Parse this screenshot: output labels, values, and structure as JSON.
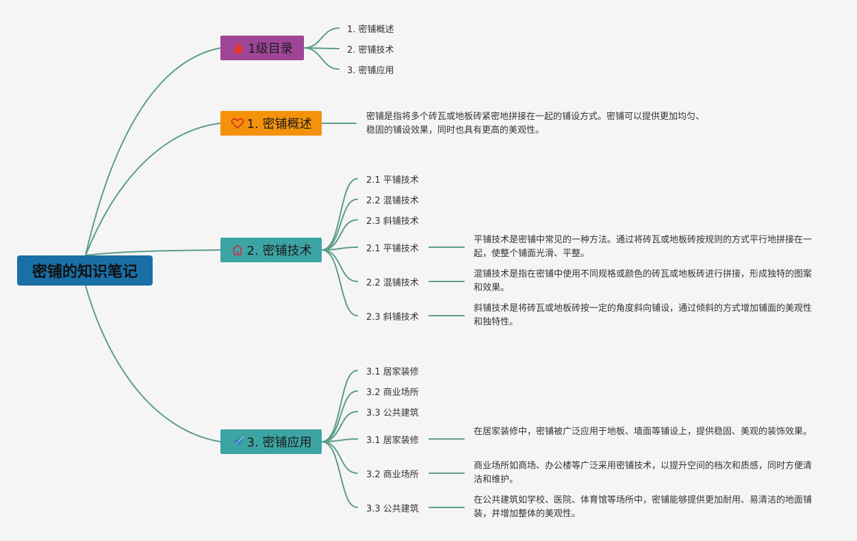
{
  "root": {
    "title": "密铺的知识笔记"
  },
  "toc": {
    "label": "1级目录",
    "icon": "fire-icon",
    "color": "#9e4597",
    "items": [
      "1. 密铺概述",
      "2. 密铺技术",
      "3. 密铺应用"
    ]
  },
  "overview": {
    "label": "1. 密铺概述",
    "icon": "heart-icon",
    "color": "#f5920c",
    "desc": "密铺是指将多个砖瓦或地板砖紧密地拼接在一起的铺设方式。密铺可以提供更加均匀、稳固的铺设效果，同时也具有更高的美观性。"
  },
  "tech": {
    "label": "2. 密铺技术",
    "icon": "house-icon",
    "color": "#3da4a4",
    "items": [
      "2.1 平铺技术",
      "2.2 混铺技术",
      "2.3 斜铺技术"
    ],
    "details": [
      {
        "label": "2.1 平铺技术",
        "desc": "平铺技术是密铺中常见的一种方法。通过将砖瓦或地板砖按规则的方式平行地拼接在一起，使整个铺面光滑、平整。"
      },
      {
        "label": "2.2 混铺技术",
        "desc": "混铺技术是指在密铺中使用不同规格或颜色的砖瓦或地板砖进行拼接，形成独特的图案和效果。"
      },
      {
        "label": "2.3 斜铺技术",
        "desc": "斜铺技术是将砖瓦或地板砖按一定的角度斜向铺设，通过倾斜的方式增加铺面的美观性和独特性。"
      }
    ]
  },
  "app": {
    "label": "3. 密铺应用",
    "icon": "paper-plane-icon",
    "color": "#3da4a4",
    "items": [
      "3.1 居家装修",
      "3.2 商业场所",
      "3.3 公共建筑"
    ],
    "details": [
      {
        "label": "3.1 居家装修",
        "desc": "在居家装修中，密铺被广泛应用于地板、墙面等铺设上，提供稳固、美观的装饰效果。"
      },
      {
        "label": "3.2 商业场所",
        "desc": "商业场所如商场、办公楼等广泛采用密铺技术，以提升空间的档次和质感，同时方便清洁和维护。"
      },
      {
        "label": "3.3 公共建筑",
        "desc": "在公共建筑如学校、医院、体育馆等场所中，密铺能够提供更加耐用、易清洁的地面铺装，并增加整体的美观性。"
      }
    ]
  },
  "colors": {
    "edge": "#5b9b8a",
    "root": "#1a6fa6",
    "background": "#f5f5f6"
  }
}
